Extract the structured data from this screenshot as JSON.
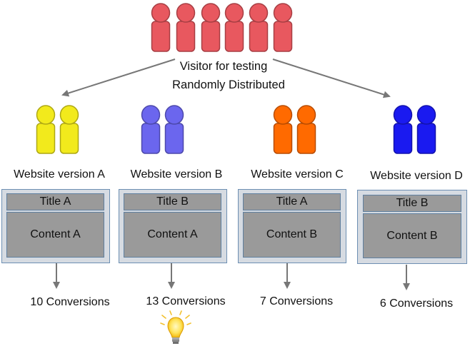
{
  "top": {
    "line1": "Visitor for testing",
    "line2": "Randomly Distributed",
    "visitor_color": "#e8585f"
  },
  "versions": [
    {
      "label": "Website version A",
      "title": "Title A",
      "content": "Content A",
      "result": "10 Conversions",
      "color": "#f2ea1c"
    },
    {
      "label": "Website version B",
      "title": "Title B",
      "content": "Content A",
      "result": "13 Conversions",
      "color": "#6b66ee"
    },
    {
      "label": "Website version C",
      "title": "Title A",
      "content": "Content B",
      "result": "7 Conversions",
      "color": "#ff6a00"
    },
    {
      "label": "Website version D",
      "title": "Title B",
      "content": "Content B",
      "result": "6 Conversions",
      "color": "#1a1af0"
    }
  ],
  "winner_icon": "lightbulb-icon"
}
